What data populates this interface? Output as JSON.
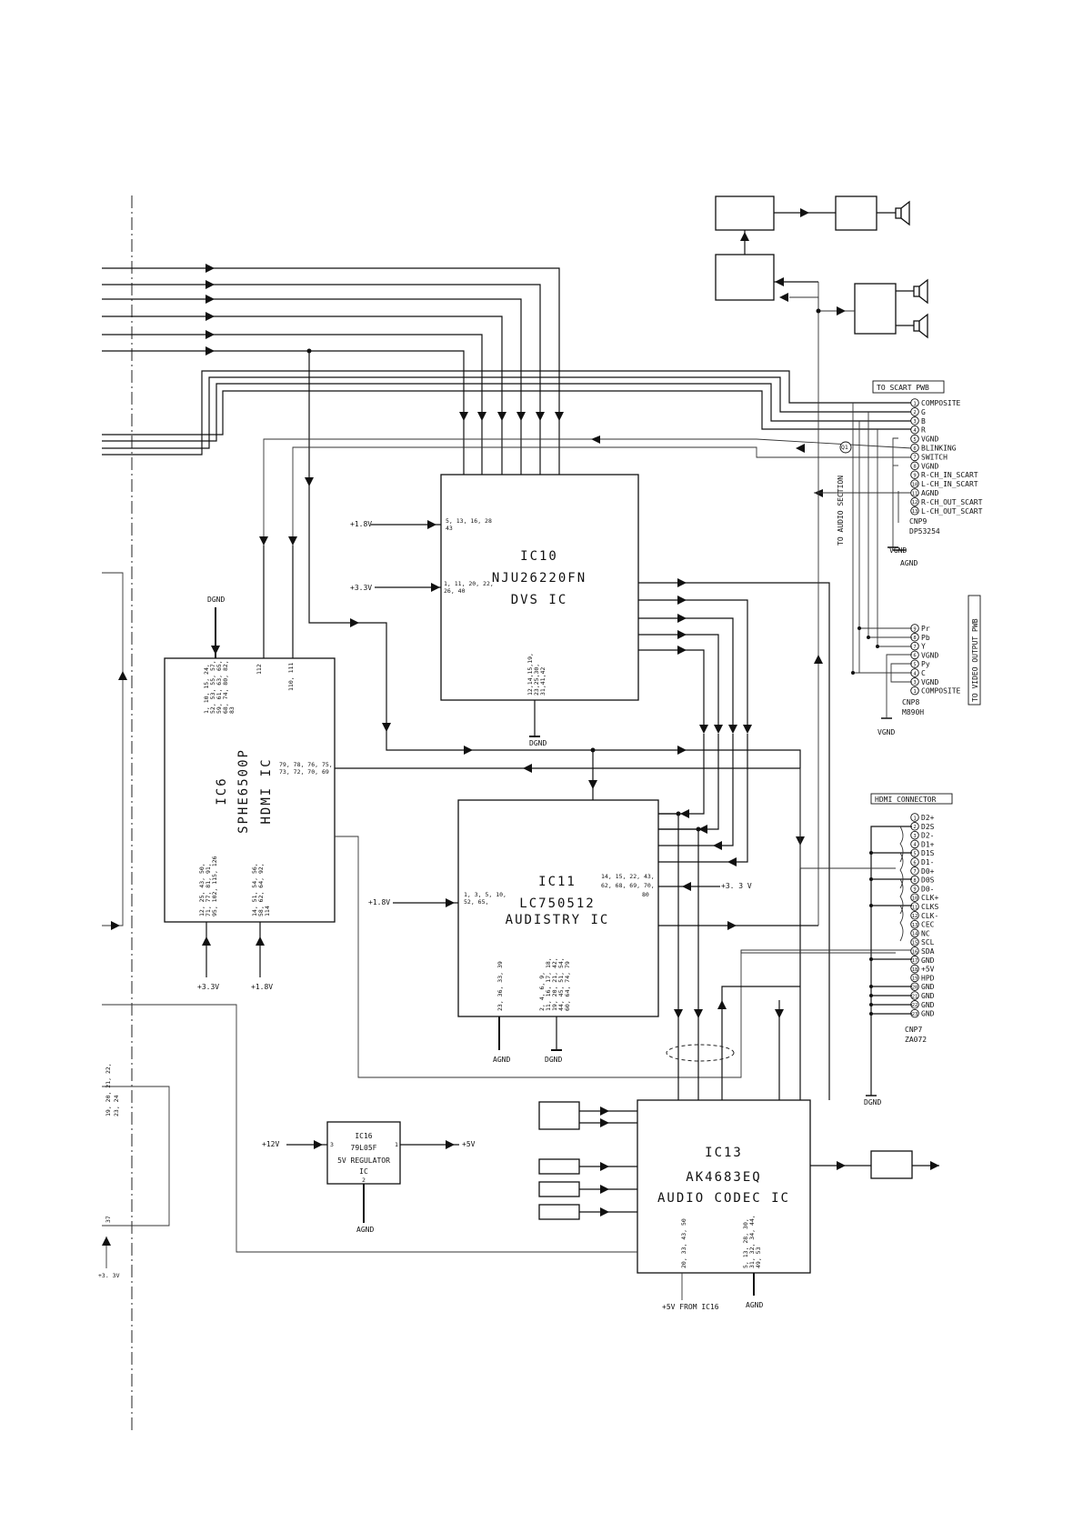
{
  "chips": {
    "ic10": {
      "ref": "IC10",
      "part": "NJU26220FN",
      "func": "DVS IC",
      "pins_pwr18": "5, 13, 16, 28",
      "pins_pwr18b": "43",
      "pins_pwr33": "1, 11, 20, 22,",
      "pins_pwr33b": "26, 40",
      "pins_gnd": "12,14,15,19,",
      "pins_gnd2": "23,25,30,",
      "pins_gnd3": "31,41,42"
    },
    "ic6": {
      "ref": "IC6",
      "part": "SPHE6500P",
      "func": "HDMI IC",
      "pins_top1": "1, 10, 15, 24,",
      "pins_top2": "52, 53, 55, 57,",
      "pins_top3": "59, 61, 63, 65,",
      "pins_top4": "68, 74, 80, 82,",
      "pins_top5": "83",
      "pin_112": "112",
      "pin_110": "110, 111",
      "pins_right1": "79, 78, 76, 75,",
      "pins_right2": "73, 72, 70, 69",
      "pins_bot1": "12, 25, 43, 50,",
      "pins_bot2": "71, 77, 81, 91,",
      "pins_bot3": "95, 102, 115, 126",
      "pins_bot4": "14, 51, 54, 56,",
      "pins_bot5": "58, 62, 64, 92,",
      "pins_bot6": "114"
    },
    "ic11": {
      "ref": "IC11",
      "part": "LC750512",
      "func": "AUDISTRY IC",
      "pins_left1": "1, 3, 5, 10,",
      "pins_left2": "52, 65,",
      "pins_right1": "14, 15, 22, 43,",
      "pins_right2": "62, 68, 69, 70,",
      "pins_right3": "80",
      "pins_bot1": "23, 36, 33, 39",
      "pins_bot2": "2, 4, 6, 9,",
      "pins_bot3": "11, 16, 17, 18,",
      "pins_bot4": "19, 20, 21, 42,",
      "pins_bot5": "44, 45, 51, 54,",
      "pins_bot6": "60, 64, 74, 79"
    },
    "ic13": {
      "ref": "IC13",
      "part": "AK4683EQ",
      "func": "AUDIO CODEC IC",
      "pins_bot1": "20, 33, 43, 50",
      "pins_bot2": "5, 13, 28, 30,",
      "pins_bot3": "31, 32, 34, 44,",
      "pins_bot4": "49, 53"
    },
    "ic16": {
      "ref": "IC16",
      "part": "79L05F",
      "func": "5V REGULATOR",
      "func2": "IC",
      "pin3": "3",
      "pin1": "1",
      "pin2": "2"
    }
  },
  "power": {
    "v18": "+1.8V",
    "v33": "+3.3V",
    "v33b": "+3. 3 V",
    "v18b": "+1.8V",
    "v12": "+12V",
    "v5": "+5V",
    "v5_from": "+5V  FROM  IC16",
    "dgnd": "DGND",
    "agnd": "AGND",
    "vgnd": "VGND",
    "v33c": "+3.3V",
    "v33d": "+3. 3V",
    "v18c": "+1.8V"
  },
  "scart": {
    "title": "TO SCART PWB",
    "part": "CNP9",
    "part2": "DP53254",
    "pins": [
      {
        "n": "1",
        "label": "COMPOSITE"
      },
      {
        "n": "2",
        "label": "G"
      },
      {
        "n": "3",
        "label": "B"
      },
      {
        "n": "4",
        "label": "R"
      },
      {
        "n": "5",
        "label": "VGND"
      },
      {
        "n": "6",
        "label": "BLINKING"
      },
      {
        "n": "7",
        "label": "SWITCH"
      },
      {
        "n": "8",
        "label": "VGND"
      },
      {
        "n": "9",
        "label": "R-CH_IN_SCART"
      },
      {
        "n": "10",
        "label": "L-CH_IN_SCART"
      },
      {
        "n": "11",
        "label": "AGND"
      },
      {
        "n": "12",
        "label": "R-CH_OUT_SCART"
      },
      {
        "n": "13",
        "label": "L-CH_OUT_SCART"
      }
    ],
    "audio_section": "TO AUDIO SECTION"
  },
  "video": {
    "title": "TO VIDEO OUTPUT PWB",
    "part": "CNP8",
    "part2": "M890H",
    "pins": [
      {
        "n": "9",
        "label": "Pr"
      },
      {
        "n": "8",
        "label": "Pb"
      },
      {
        "n": "7",
        "label": "Y"
      },
      {
        "n": "6",
        "label": "VGND"
      },
      {
        "n": "5",
        "label": "Py"
      },
      {
        "n": "4",
        "label": "C"
      },
      {
        "n": "3",
        "label": "VGND"
      },
      {
        "n": "1",
        "label": "COMPOSITE"
      }
    ]
  },
  "hdmi": {
    "title": "HDMI CONNECTOR",
    "part": "CNP7",
    "part2": "ZA072",
    "pins": [
      {
        "n": "1",
        "label": "D2+"
      },
      {
        "n": "2",
        "label": "D2S"
      },
      {
        "n": "3",
        "label": "D2-"
      },
      {
        "n": "4",
        "label": "D1+"
      },
      {
        "n": "5",
        "label": "D1S"
      },
      {
        "n": "6",
        "label": "D1-"
      },
      {
        "n": "7",
        "label": "D0+"
      },
      {
        "n": "8",
        "label": "D0S"
      },
      {
        "n": "9",
        "label": "D0-"
      },
      {
        "n": "10",
        "label": "CLK+"
      },
      {
        "n": "11",
        "label": "CLKS"
      },
      {
        "n": "12",
        "label": "CLK-"
      },
      {
        "n": "13",
        "label": "CEC"
      },
      {
        "n": "14",
        "label": "NC"
      },
      {
        "n": "15",
        "label": "SCL"
      },
      {
        "n": "16",
        "label": "SDA"
      },
      {
        "n": "17",
        "label": "GND"
      },
      {
        "n": "18",
        "label": "+5V"
      },
      {
        "n": "19",
        "label": "HPD"
      },
      {
        "n": "20",
        "label": "GND"
      },
      {
        "n": "21",
        "label": "GND"
      },
      {
        "n": "22",
        "label": "GND"
      },
      {
        "n": "23",
        "label": "GND"
      }
    ]
  },
  "misc": {
    "left_pins1": "19, 20, 21, 22,",
    "left_pins2": "23, 24",
    "left_pin37": "37",
    "circle_label": "Q1"
  }
}
